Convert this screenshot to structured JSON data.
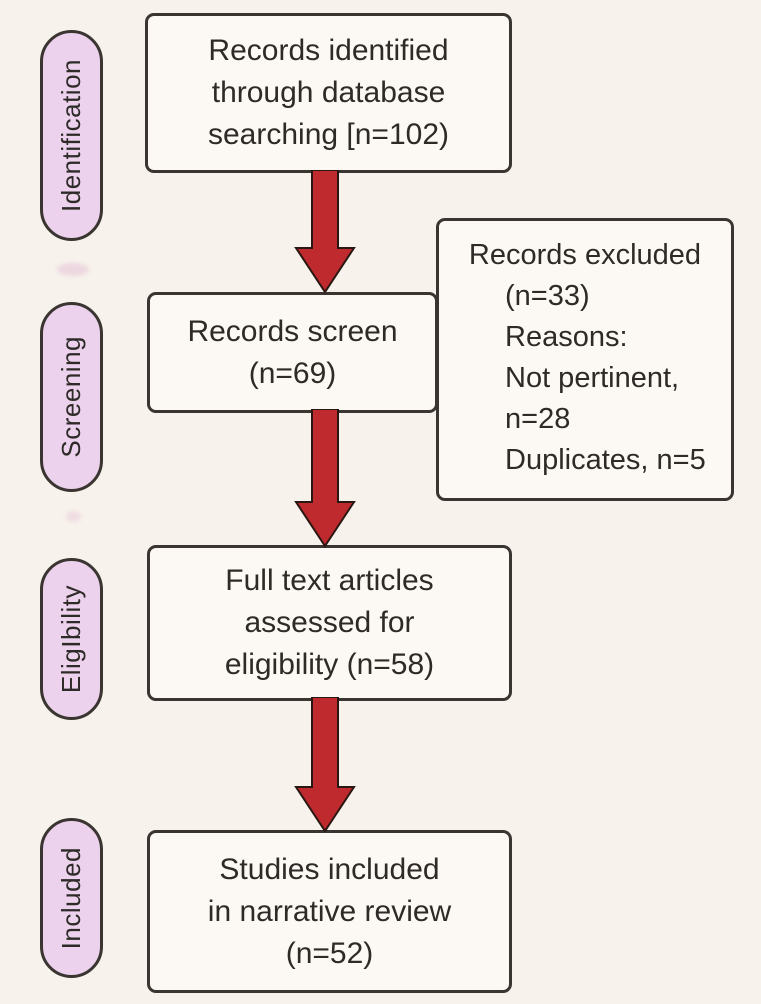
{
  "diagram": {
    "stages": [
      {
        "label": "Identification"
      },
      {
        "label": "Screening"
      },
      {
        "label": "EligIbility"
      },
      {
        "label": "Included"
      }
    ],
    "boxes": {
      "identified": {
        "lines": [
          "Records identified",
          "through database",
          "searching [n=102)"
        ]
      },
      "screened": {
        "lines": [
          "Records screen",
          "(n=69)"
        ]
      },
      "excluded": {
        "lines": [
          "Records excluded",
          "(n=33)",
          "Reasons:",
          "Not pertinent,",
          "n=28",
          "Duplicates, n=5"
        ]
      },
      "fulltext": {
        "lines": [
          "Full text articles",
          "assessed for",
          "eligibility (n=58)"
        ]
      },
      "included": {
        "lines": [
          "Studies included",
          "in narrative review",
          "(n=52)"
        ]
      }
    }
  },
  "colors": {
    "page_bg": "#f7f2ec",
    "box_fill": "#fcf9f4",
    "box_border": "#3a3531",
    "stage_fill": "#ecd2ec",
    "stage_border": "#3a3531",
    "arrow_fill": "#bf2a2e",
    "arrow_outline": "#2b1712",
    "text": "#2d2a27"
  }
}
